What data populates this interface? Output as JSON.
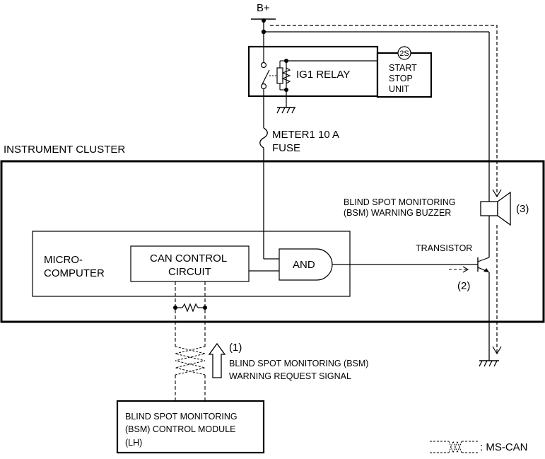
{
  "power": {
    "supply_label": "B+"
  },
  "relay": {
    "label": "IG1 RELAY"
  },
  "start_stop_unit": {
    "terminal": "2S",
    "line1": "START",
    "line2": "STOP",
    "line3": "UNIT"
  },
  "fuse": {
    "line1": "METER1 10 A",
    "line2": "FUSE"
  },
  "cluster": {
    "title": "INSTRUMENT CLUSTER",
    "micro_line1": "MICRO-",
    "micro_line2": "COMPUTER",
    "can_line1": "CAN CONTROL",
    "can_line2": "CIRCUIT",
    "and_gate": "AND",
    "buzzer_line1": "BLIND SPOT MONITORING",
    "buzzer_line2": "(BSM) WARNING BUZZER",
    "buzzer_marker": "(3)",
    "transistor": "TRANSISTOR",
    "transistor_marker": "(2)"
  },
  "signal": {
    "marker": "(1)",
    "line1": "BLIND SPOT MONITORING (BSM)",
    "line2": "WARNING REQUEST SIGNAL"
  },
  "module": {
    "line1": "BLIND SPOT MONITORING",
    "line2": "(BSM) CONTROL MODULE",
    "line3": "(LH)"
  },
  "legend": {
    "ms_can": ": MS-CAN"
  }
}
